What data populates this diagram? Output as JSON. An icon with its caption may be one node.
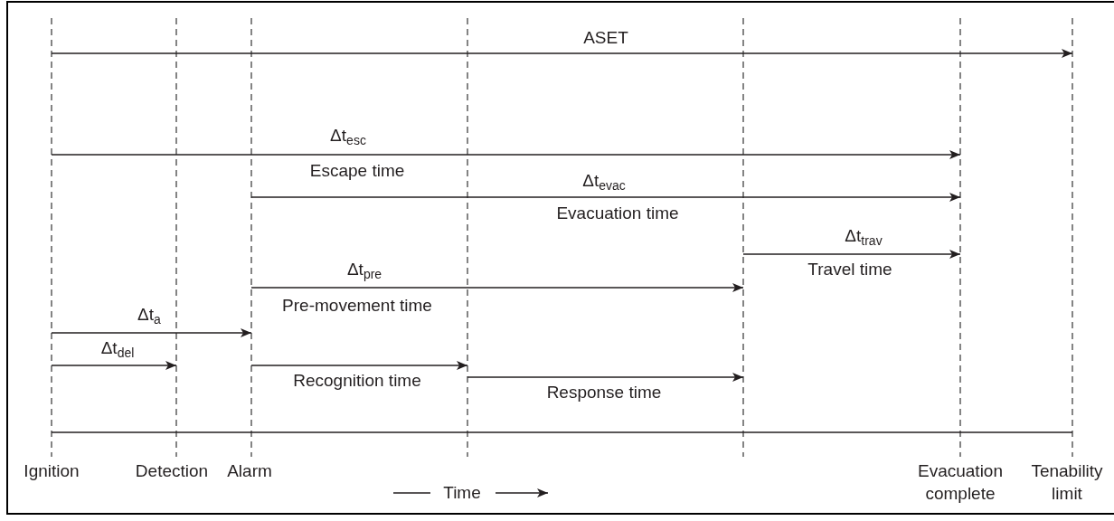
{
  "diagram": {
    "labels": [
      "ASET",
      "Δt$_{esc}$",
      "Escape time",
      "Δt$_{evac}$",
      "Evacuation time",
      "Δt$_{trav}$",
      "Travel time",
      "Δt$_{pre}$",
      "Pre-movement time",
      "Δt$_{a}$",
      "Δt$_{del}$",
      "Recognition time",
      "Response time",
      "Ignition",
      "Detection",
      "Alarm",
      "Evacuation complete",
      "Tenability limit",
      "Time"
    ]
  }
}
